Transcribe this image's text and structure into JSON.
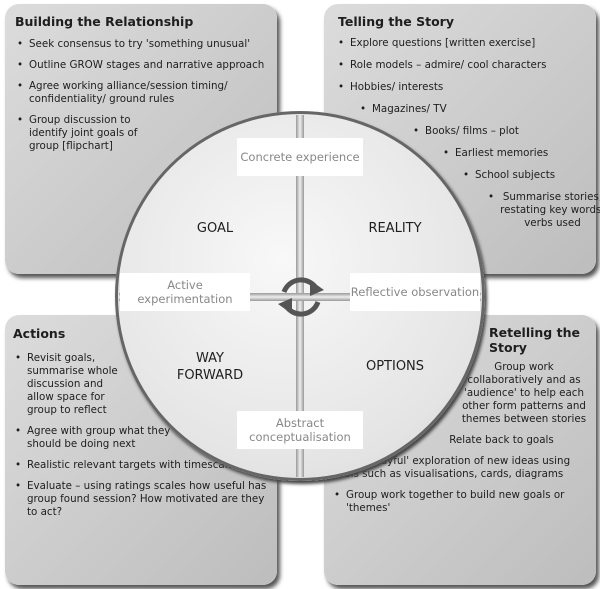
{
  "building": {
    "title": "Building the Relationship",
    "items": [
      "Seek consensus to try 'something  unusual'",
      "Outline GROW stages and narrative approach",
      "Agree working alliance/session timing/ confidentiality/ ground rules",
      "Group discussion to identify joint goals of group [flipchart]"
    ]
  },
  "telling": {
    "title": "Telling the Story",
    "items": [
      "Explore questions [written exercise]",
      "Role models –  admire/ cool characters",
      "Hobbies/ interests",
      "Magazines/ TV",
      "Books/ films – plot",
      "Earliest memories",
      "School subjects",
      "Summarise stories, restating key words/ verbs used"
    ]
  },
  "actions": {
    "title": "Actions",
    "items": [
      "Revisit goals, summarise whole discussion and allow space for group to reflect",
      "Agree with group what they should be doing next",
      "Realistic relevant targets with timescales",
      "Evaluate – using ratings scales how useful has group found session?  How motivated are they to act?"
    ]
  },
  "retelling": {
    "title": "Retelling the Story",
    "items": [
      "Group work collaboratively and as 'audience' to help each other form patterns and themes between stories",
      "Relate back to goals",
      "Group 'playful' exploration of new ideas using tools such as visualisations, cards, diagrams",
      "Group work together to build new goals or 'themes'"
    ]
  },
  "cycle": {
    "concrete": "Concrete experience",
    "active": "Active experimentation",
    "reflective": "Reflective observation",
    "abstract": "Abstract conceptualisation",
    "goal": "GOAL",
    "reality": "REALITY",
    "way_forward": "WAY FORWARD",
    "options": "OPTIONS",
    "center_icon": "cycle-arrows-icon"
  }
}
